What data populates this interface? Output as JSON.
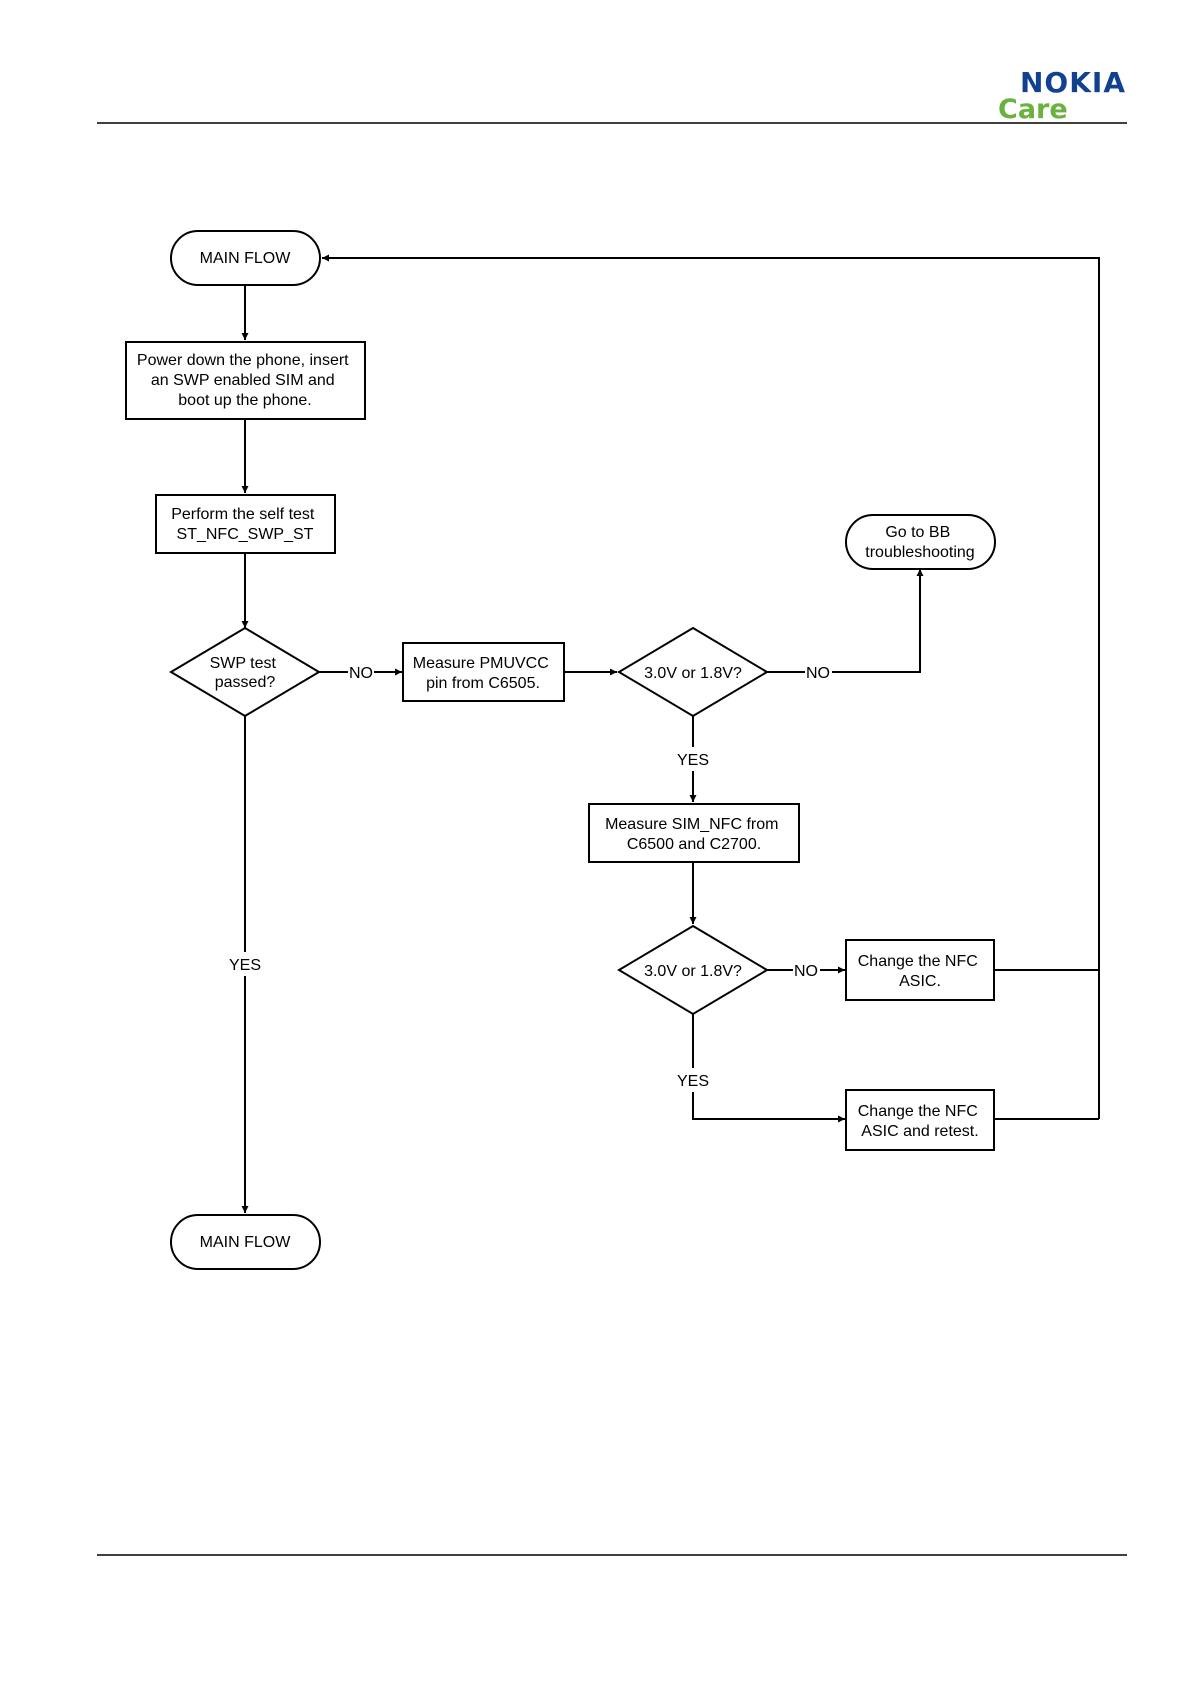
{
  "header": {
    "brand": "NOKIA",
    "brand_sub": "Care",
    "brand_color": "#124191",
    "brand_sub_color": "#6ab23e"
  },
  "flowchart": {
    "nodes": {
      "main_flow_top": {
        "lines": [
          "MAIN FLOW"
        ]
      },
      "power_down": {
        "lines": [
          "Power down the phone, insert",
          "an SWP enabled SIM and",
          "boot up the phone."
        ]
      },
      "self_test": {
        "lines": [
          "Perform the self test",
          "ST_NFC_SWP_ST"
        ]
      },
      "swp_decision": {
        "lines": [
          "SWP test",
          "passed?"
        ]
      },
      "measure_pmuvcc": {
        "lines": [
          "Measure PMUVCC",
          "pin from C6505."
        ]
      },
      "voltage_decision_1": {
        "lines": [
          "3.0V or 1.8V?"
        ]
      },
      "go_to_bb": {
        "lines": [
          "Go to BB",
          "troubleshooting"
        ]
      },
      "measure_sim_nfc": {
        "lines": [
          "Measure SIM_NFC from",
          "C6500 and C2700."
        ]
      },
      "voltage_decision_2": {
        "lines": [
          "3.0V or 1.8V?"
        ]
      },
      "change_nfc_asic": {
        "lines": [
          "Change the  NFC",
          "ASIC."
        ]
      },
      "change_nfc_retest": {
        "lines": [
          "Change the NFC",
          "ASIC and retest."
        ]
      },
      "main_flow_bottom": {
        "lines": [
          "MAIN FLOW"
        ]
      }
    },
    "edge_labels": {
      "swp_no": "NO",
      "swp_yes": "YES",
      "v1_no": "NO",
      "v1_yes": "YES",
      "v2_no": "NO",
      "v2_yes": "YES"
    }
  }
}
